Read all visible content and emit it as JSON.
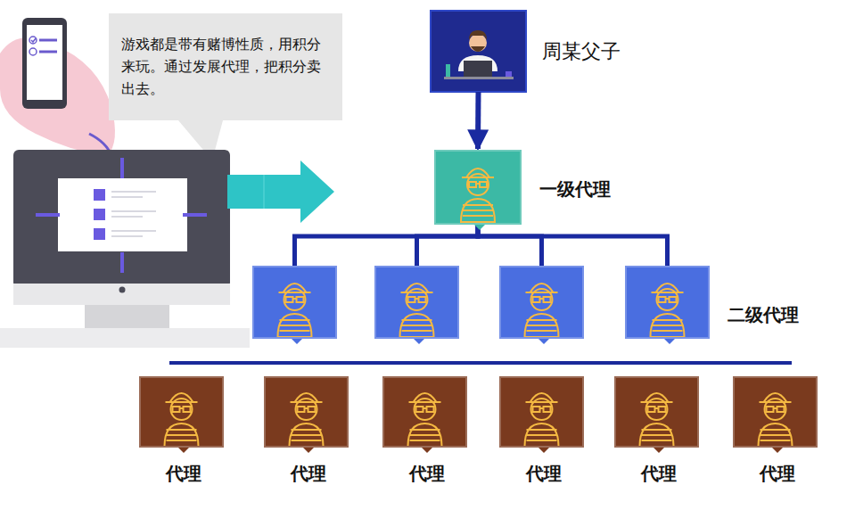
{
  "diagram": {
    "nodes": [
      {
        "text": [
          "游戏都是带有赌博性质，用积分来玩。通过发展代理，把积分卖出去。"
        ]
      },
      {
        "text": [
          "周某父子"
        ]
      },
      {
        "text": [
          "一级代理"
        ]
      },
      {
        "text": []
      },
      {
        "text": []
      },
      {
        "text": []
      },
      {
        "text": [
          "二级代理"
        ]
      },
      {
        "text": [
          "代理"
        ]
      },
      {
        "text": [
          "代理"
        ]
      },
      {
        "text": [
          "代理"
        ]
      },
      {
        "text": [
          "代理"
        ]
      },
      {
        "text": [
          "代理"
        ]
      },
      {
        "text": [
          "代理"
        ]
      }
    ],
    "edges": [
      {
        "from": 1,
        "to": 2,
        "arrow": "to"
      },
      {
        "from": 2,
        "to": 3,
        "arrow": "none"
      },
      {
        "from": 2,
        "to": 4,
        "arrow": "none"
      },
      {
        "from": 2,
        "to": 5,
        "arrow": "none"
      },
      {
        "from": 2,
        "to": 6,
        "arrow": "none"
      }
    ]
  }
}
